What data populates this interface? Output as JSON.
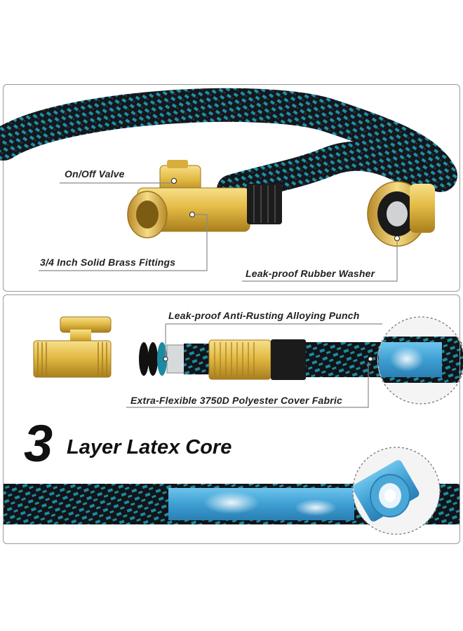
{
  "callouts": {
    "valve": "On/Off Valve",
    "fittings": "3/4 Inch Solid Brass Fittings",
    "washer": "Leak-proof Rubber Washer",
    "punch": "Leak-proof Anti-Rusting Alloying Punch",
    "fabric": "Extra-Flexible 3750D Polyester Cover Fabric"
  },
  "core": {
    "number": "3",
    "text": "Layer Latex Core"
  },
  "colors": {
    "hose_black": "#14181c",
    "hose_teal": "#1f8fa8",
    "brass": "#e0b94a",
    "latex_blue": "#4aa8d8",
    "panel_border": "#9a9a9a"
  }
}
